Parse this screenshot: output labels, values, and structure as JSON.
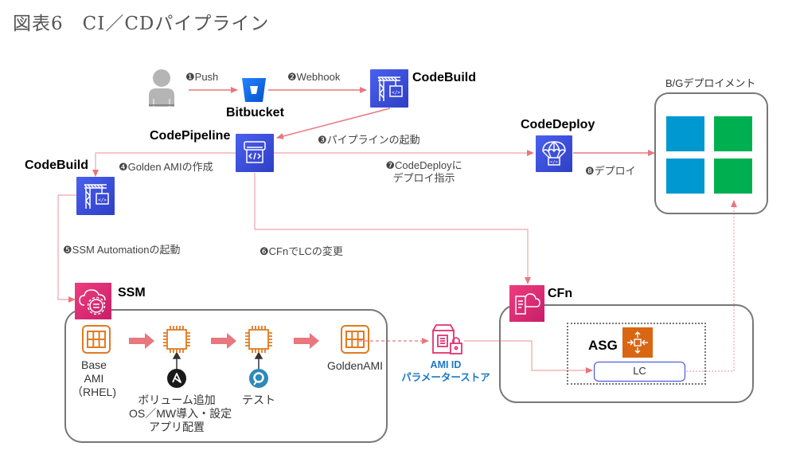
{
  "title": "図表6　CI／CDパイプライン",
  "services": {
    "bitbucket": "Bitbucket",
    "codebuild_top": "CodeBuild",
    "codepipeline": "CodePipeline",
    "codebuild_left": "CodeBuild",
    "codedeploy": "CodeDeploy",
    "ssm": "SSM",
    "cfn": "CFn",
    "asg": "ASG",
    "lc": "LC"
  },
  "steps": {
    "s1": "❶Push",
    "s2": "❷Webhook",
    "s3": "❸パイプラインの起動",
    "s4": "❹Golden AMIの作成",
    "s5": "❺SSM Automationの起動",
    "s6": "❻CFnでLCの変更",
    "s7_line1": "❼CodeDeployに",
    "s7_line2": "デプロイ指示",
    "s8": "❽デプロイ"
  },
  "bg_deploy": {
    "label": "B/Gデプロイメント",
    "colors": {
      "blue": "#0098d0",
      "green": "#00b050"
    }
  },
  "ssm_flow": {
    "base_ami": [
      "Base",
      "AMI",
      "（RHEL)"
    ],
    "provision": [
      "ボリューム追加",
      "OS／MW導入・設定",
      "アプリ配置"
    ],
    "test": "テスト",
    "golden_ami": "GoldenAMI"
  },
  "param_store": {
    "line1": "AMI ID",
    "line2": "パラメーターストア"
  },
  "colors": {
    "arrow": "#e8777e",
    "aws_dev_blue": "#3b4fe0",
    "aws_mgmt_pink": "#e0336f",
    "aws_compute_orange": "#d86613"
  }
}
